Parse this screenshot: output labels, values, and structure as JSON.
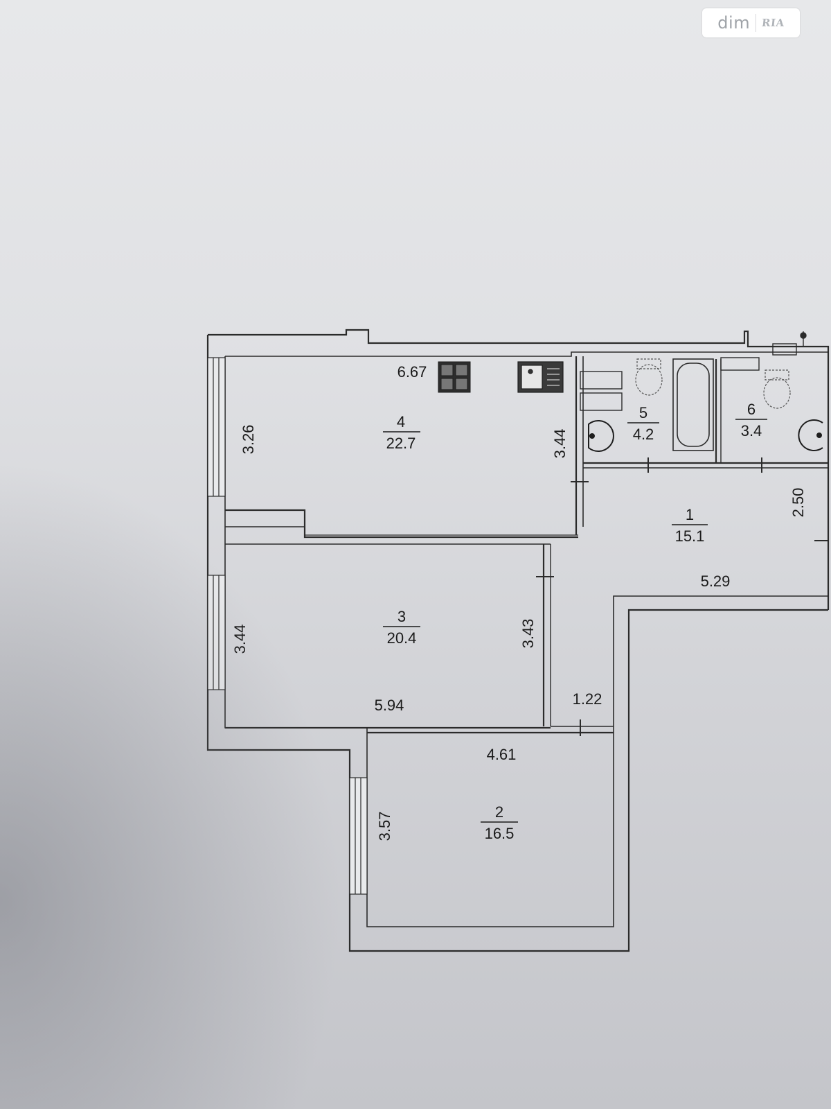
{
  "watermark": {
    "text": "dim",
    "logo_text": "RIA"
  },
  "rooms": [
    {
      "id": "room-1",
      "number": "1",
      "area": "15.1"
    },
    {
      "id": "room-2",
      "number": "2",
      "area": "16.5"
    },
    {
      "id": "room-3",
      "number": "3",
      "area": "20.4"
    },
    {
      "id": "room-4",
      "number": "4",
      "area": "22.7"
    },
    {
      "id": "room-5",
      "number": "5",
      "area": "4.2"
    },
    {
      "id": "room-6",
      "number": "6",
      "area": "3.4"
    }
  ],
  "dimensions": {
    "room4_width": "6.67",
    "room4_left_depth": "3.26",
    "room4_right_depth": "3.44",
    "room3_left_depth": "3.44",
    "room3_right_depth": "3.43",
    "room3_width": "5.94",
    "hall_width": "5.29",
    "hall_depth": "2.50",
    "corridor_width": "1.22",
    "room2_width": "4.61",
    "room2_depth": "3.57"
  },
  "colors": {
    "wall": "#2a2a2a",
    "paper": "#e4e5e8"
  }
}
